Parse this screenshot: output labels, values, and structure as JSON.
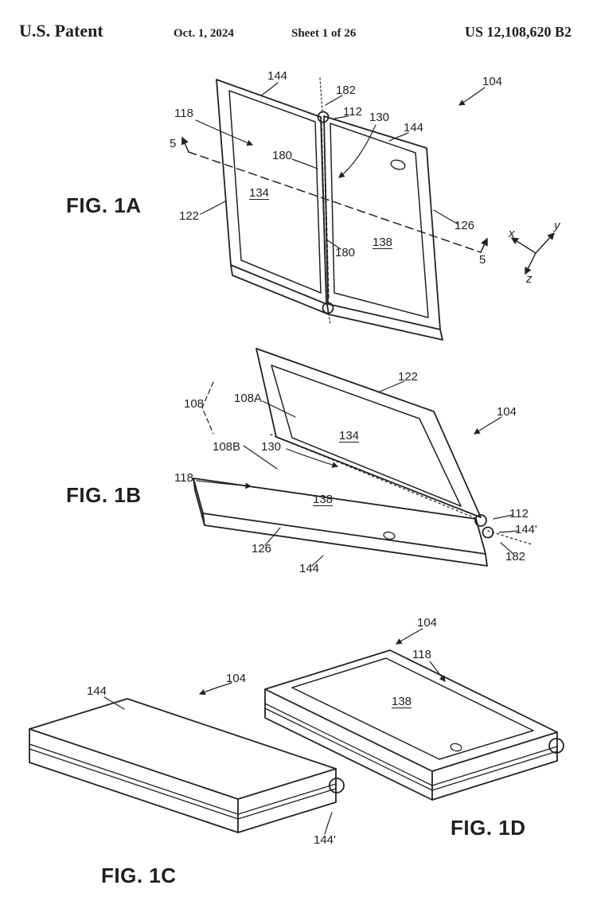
{
  "header": {
    "title": "U.S. Patent",
    "date": "Oct. 1, 2024",
    "sheet": "Sheet 1 of 26",
    "patent_number": "US 12,108,620 B2"
  },
  "colors": {
    "ink": "#222222",
    "background": "#ffffff"
  },
  "figures": {
    "fig1a": {
      "label": "FIG. 1A",
      "refs": {
        "r144_top": "144",
        "r182": "182",
        "r112": "112",
        "r130": "130",
        "r104": "104",
        "r118": "118",
        "r144_right": "144",
        "r5_top": "5",
        "r180_top": "180",
        "r134": "134",
        "r122": "122",
        "r138": "138",
        "r126": "126",
        "r180_bottom": "180",
        "r5_bottom": "5"
      },
      "axes": {
        "x": "x",
        "y": "y",
        "z": "z"
      }
    },
    "fig1b": {
      "label": "FIG. 1B",
      "refs": {
        "r122": "122",
        "r104": "104",
        "r108": "108",
        "r108a": "108A",
        "r108b": "108B",
        "r130": "130",
        "r134": "134",
        "r118": "118",
        "r138": "138",
        "r112": "112",
        "r144_prime": "144'",
        "r126": "126",
        "r182": "182",
        "r144": "144"
      }
    },
    "fig1c": {
      "label": "FIG. 1C",
      "refs": {
        "r144": "144",
        "r104": "104",
        "r144_prime": "144'"
      }
    },
    "fig1d": {
      "label": "FIG. 1D",
      "refs": {
        "r104": "104",
        "r118": "118",
        "r138": "138"
      }
    }
  }
}
